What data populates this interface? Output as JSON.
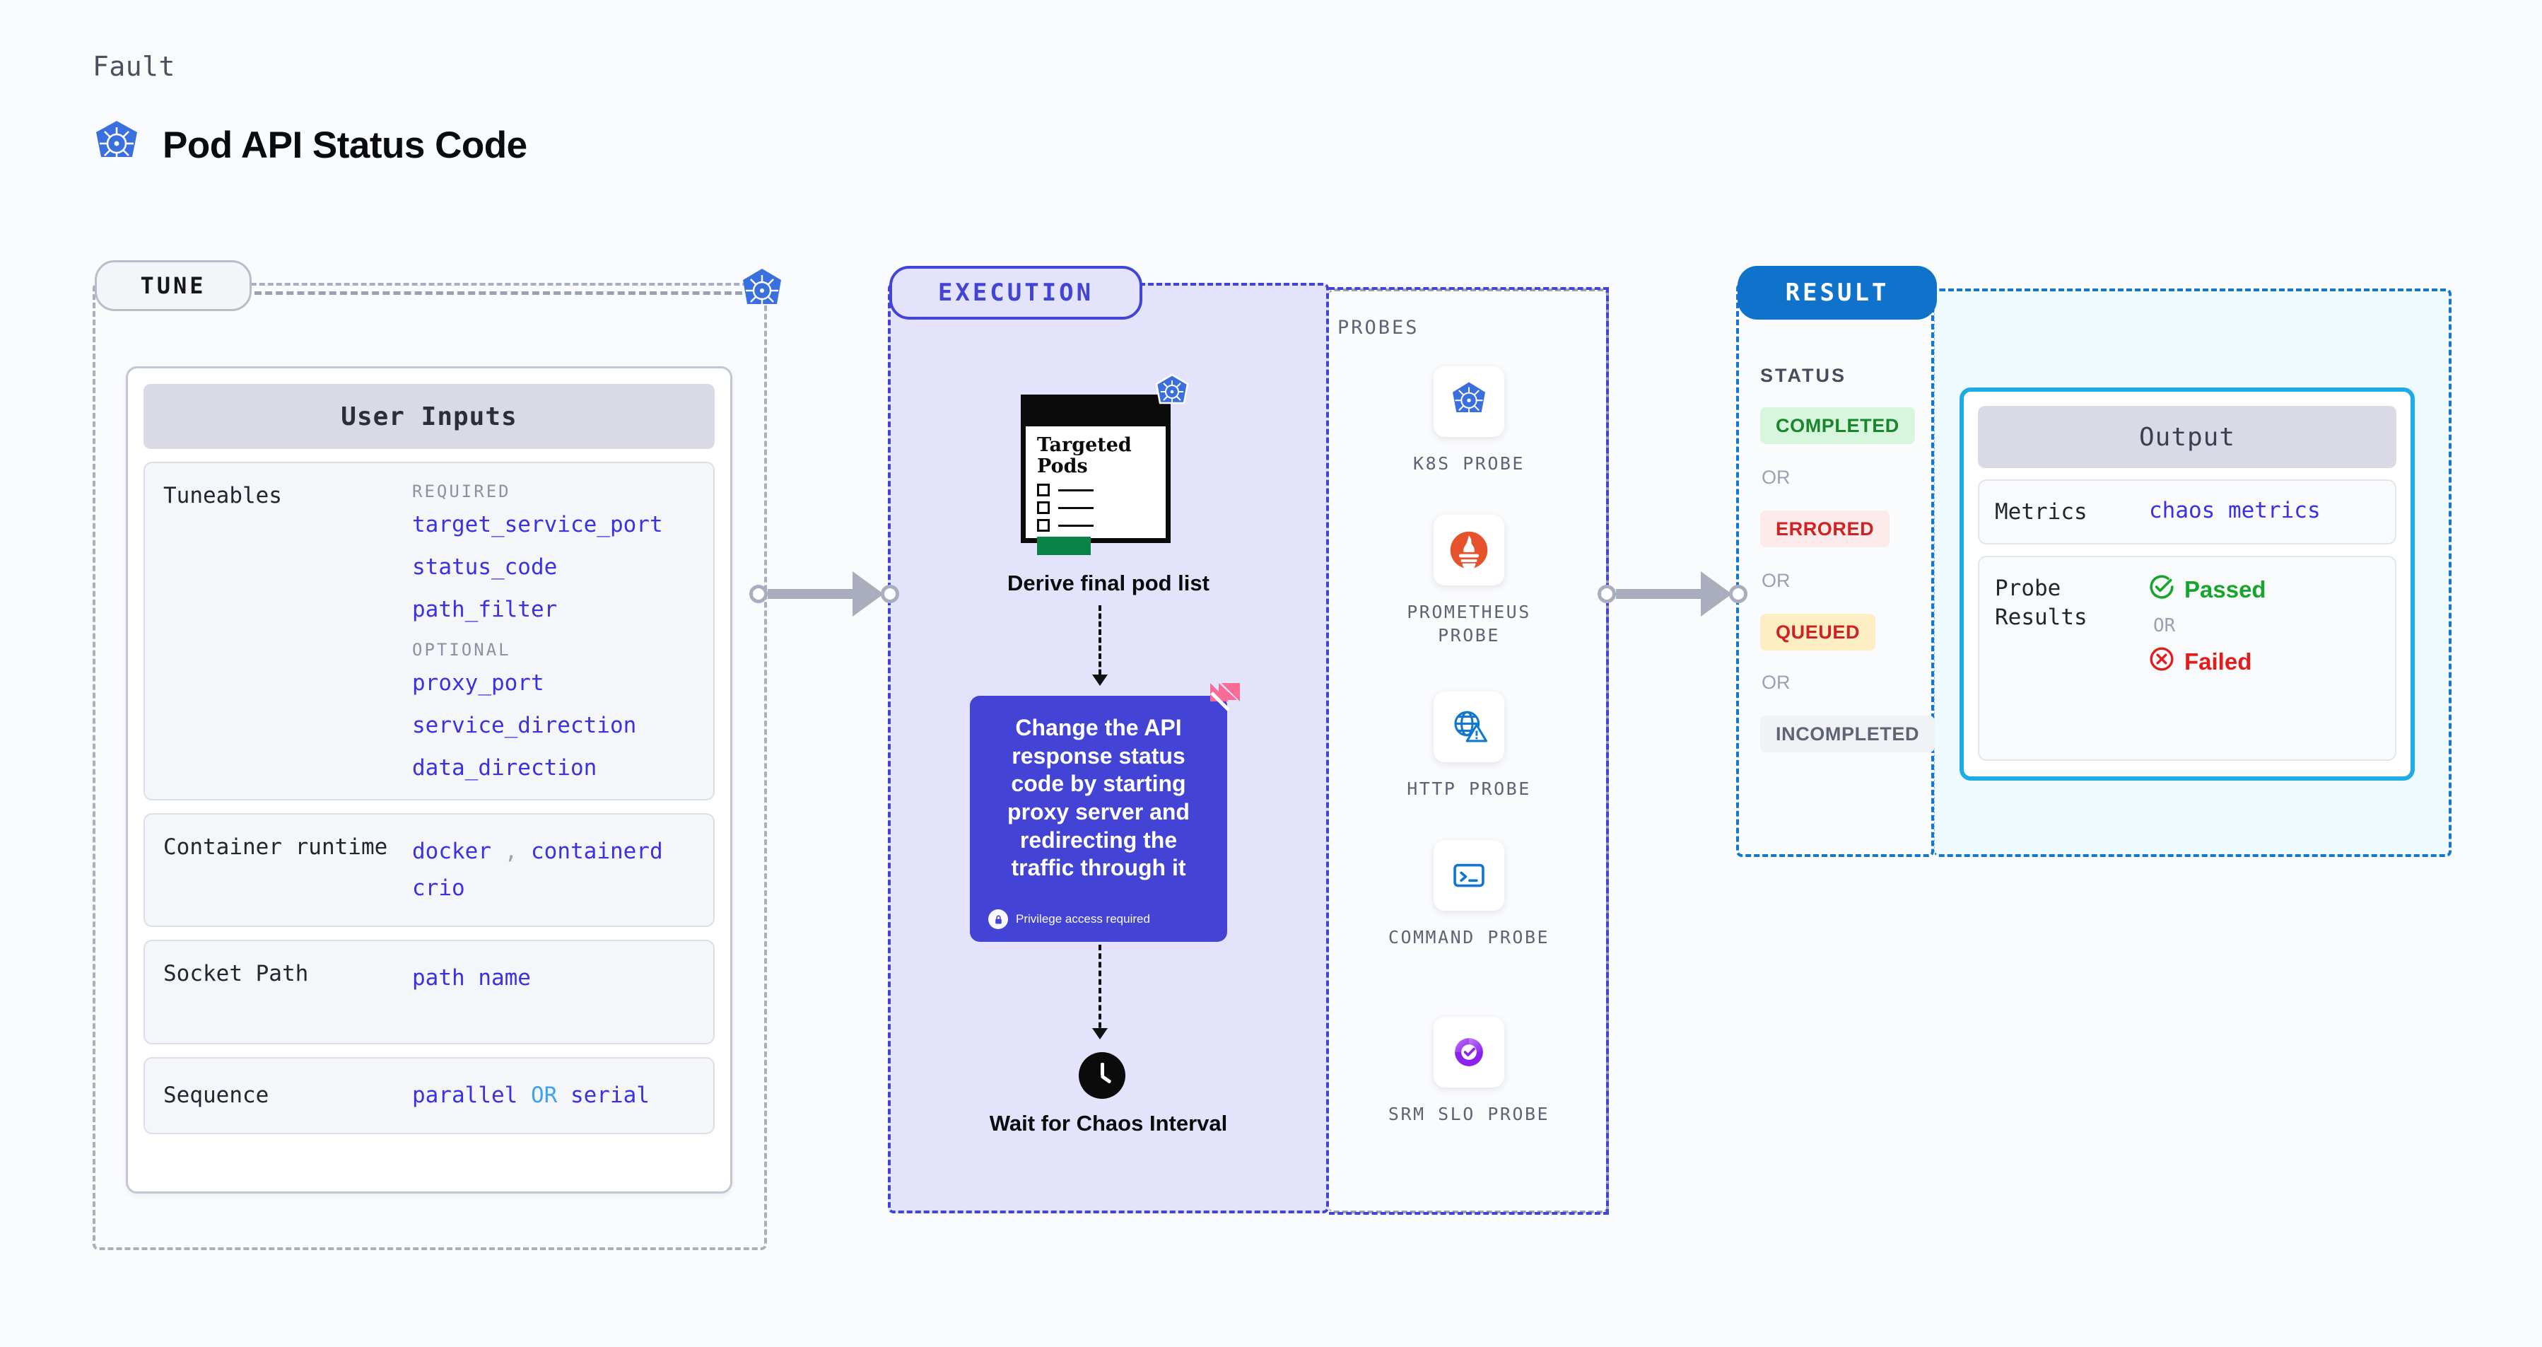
{
  "header": {
    "eyebrow": "Fault",
    "title": "Pod API Status Code",
    "icon": "kubernetes-icon"
  },
  "sections": {
    "tune": {
      "label": "TUNE"
    },
    "execution": {
      "label": "EXECUTION"
    },
    "result": {
      "label": "RESULT"
    }
  },
  "tune": {
    "card_title": "User Inputs",
    "tuneables": {
      "label": "Tuneables",
      "required_heading": "REQUIRED",
      "required": [
        "target_service_port",
        "status_code",
        "path_filter"
      ],
      "optional_heading": "OPTIONAL",
      "optional": [
        "proxy_port",
        "service_direction",
        "data_direction"
      ]
    },
    "container_runtime": {
      "label": "Container runtime",
      "values": [
        "docker",
        "containerd",
        "crio"
      ],
      "separator": ","
    },
    "socket_path": {
      "label": "Socket Path",
      "value": "path name"
    },
    "sequence": {
      "label": "Sequence",
      "value_a": "parallel",
      "conjunction": "OR",
      "value_b": "serial"
    }
  },
  "execution": {
    "pods_doc": {
      "title": "Targeted Pods",
      "icon": "kubernetes-icon"
    },
    "derive_caption": "Derive final pod list",
    "chaos_card": {
      "text": "Change the API response status code by starting proxy server and redirecting the traffic through it",
      "privilege_note": "Privilege access required",
      "privilege_icon": "lock-icon",
      "corner_icon": "harness-logo-icon",
      "color": "#4343d6"
    },
    "wait_caption": "Wait for Chaos Interval",
    "wait_icon": "clock-icon"
  },
  "probes": {
    "heading": "PROBES",
    "items": [
      {
        "label": "K8S PROBE",
        "icon": "kubernetes-icon"
      },
      {
        "label": "PROMETHEUS PROBE",
        "icon": "prometheus-icon"
      },
      {
        "label": "HTTP PROBE",
        "icon": "globe-warning-icon"
      },
      {
        "label": "COMMAND PROBE",
        "icon": "terminal-icon"
      },
      {
        "label": "SRM SLO PROBE",
        "icon": "srm-slo-icon"
      }
    ]
  },
  "result": {
    "status_heading": "STATUS",
    "or_label": "OR",
    "statuses": [
      {
        "label": "COMPLETED",
        "bg": "#d8f5dd",
        "fg": "#18862d"
      },
      {
        "label": "ERRORED",
        "bg": "#fdeaea",
        "fg": "#cf2222"
      },
      {
        "label": "QUEUED",
        "bg": "#fdeec4",
        "fg": "#cf2222"
      },
      {
        "label": "INCOMPLETED",
        "bg": "#f1f2f6",
        "fg": "#5d6474"
      }
    ]
  },
  "output": {
    "title": "Output",
    "metrics": {
      "label": "Metrics",
      "value": "chaos metrics"
    },
    "probe_results": {
      "label": "Probe Results",
      "passed": "Passed",
      "or_label": "OR",
      "failed": "Failed",
      "passed_icon": "check-circle-icon",
      "failed_icon": "x-circle-icon"
    }
  }
}
